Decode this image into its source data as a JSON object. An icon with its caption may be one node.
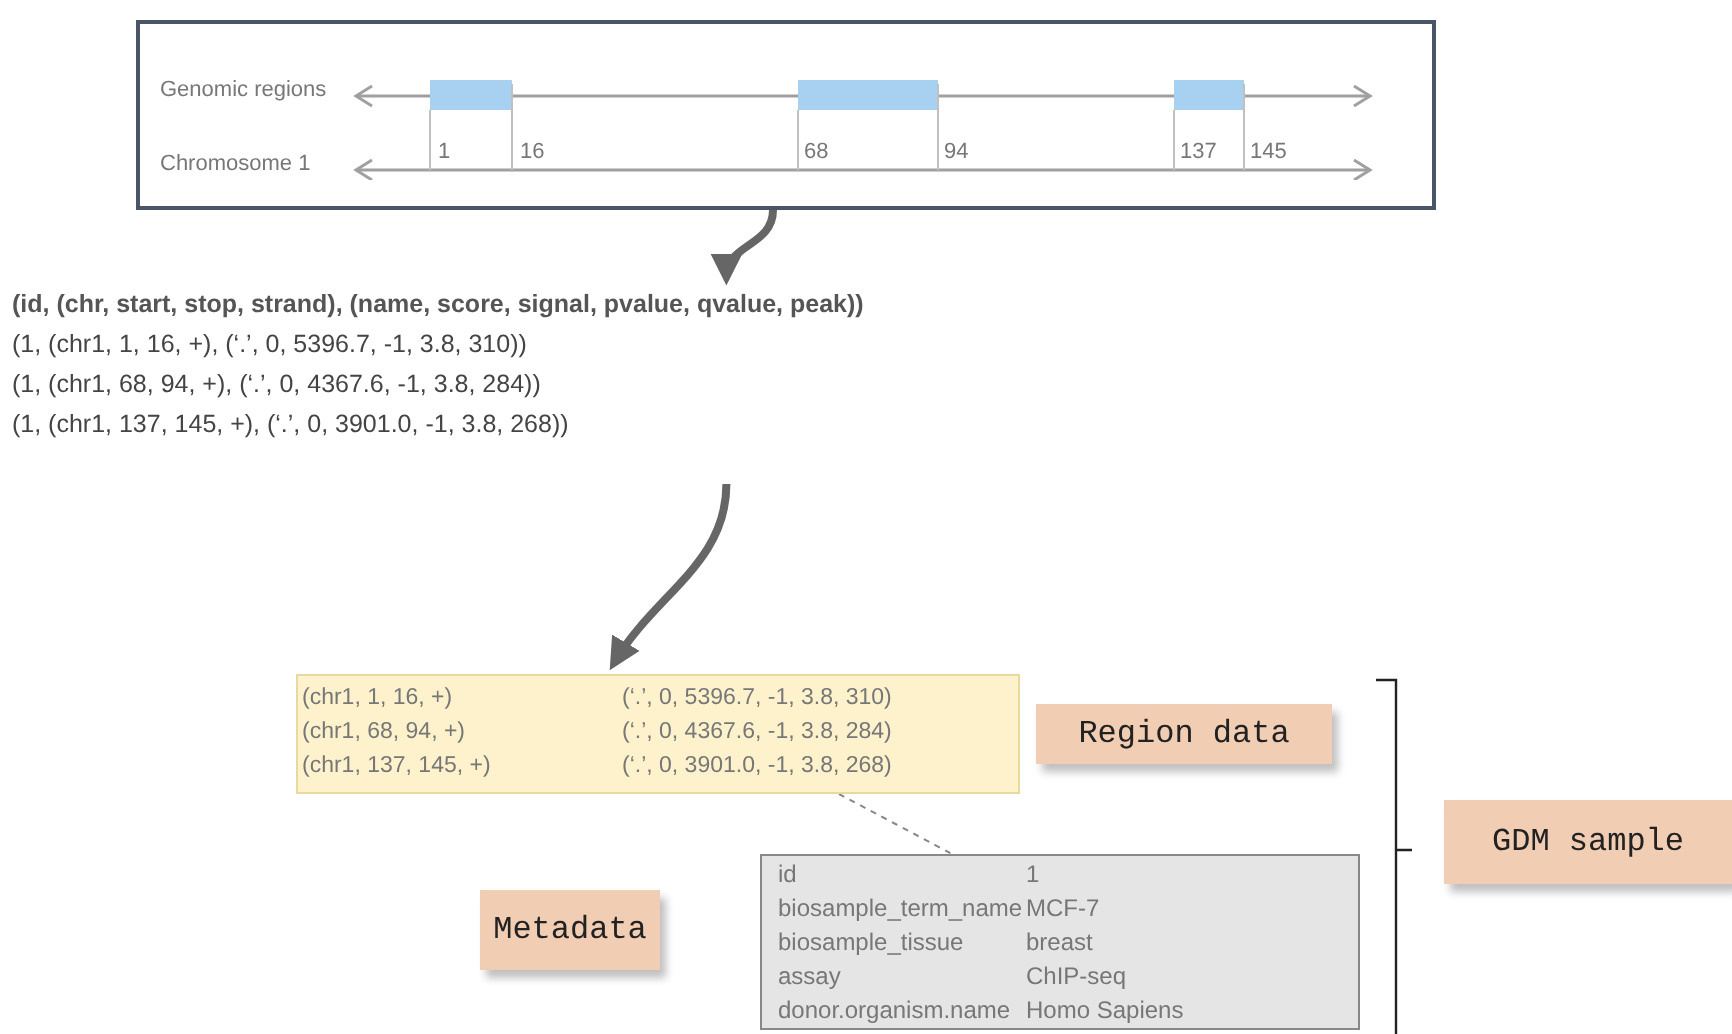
{
  "diagram": {
    "nodes": [
      {
        "text": [],
        "shape": "box"
      },
      {
        "text": [
          "(id, (chr, start, stop, strand), (name, score, signal, pvalue, qvalue, peak))",
          "(1, (chr1, 1, 16, +), (‘.’, 0, 5396.7, -1, 3.8, 310))",
          "(1, (chr1, 68, 94, +), (‘.’, 0, 4367.6, -1, 3.8, 284))",
          "(1, (chr1, 137, 145, +), (‘.’, 0, 3901.0, -1, 3.8, 268))"
        ]
      },
      {
        "text": [
          "(chr1, 1, 16, +)",
          "(‘.’, 0, 5396.7, -1, 3.8, 310)",
          "(chr1, 68, 94, +)",
          "(‘.’, 0, 4367.6, -1, 3.8, 284)",
          "(chr1, 137, 145, +)",
          "(‘.’, 0, 3901.0, -1, 3.8, 268)"
        ]
      },
      {
        "text": [
          "Region data"
        ]
      },
      {
        "text": [
          "Metadata"
        ]
      },
      {
        "text": [
          "id",
          "1",
          "biosample_term_name",
          "MCF-7",
          "biosample_tissue",
          "breast",
          "assay",
          "ChIP-seq",
          "donor.organism.name",
          "Homo Sapiens"
        ]
      },
      {
        "text": [
          "GDM sample"
        ]
      }
    ],
    "edges": [
      {
        "from": 0,
        "to": 1,
        "arrow": "to"
      },
      {
        "from": 1,
        "to": 2,
        "arrow": "to"
      },
      {
        "from": 2,
        "to": 5,
        "arrow": "none",
        "style": "dashed"
      }
    ],
    "labels": [
      "Genomic regions",
      "Chromosome 1",
      "1",
      "16",
      "68",
      "94",
      "137",
      "145"
    ]
  }
}
